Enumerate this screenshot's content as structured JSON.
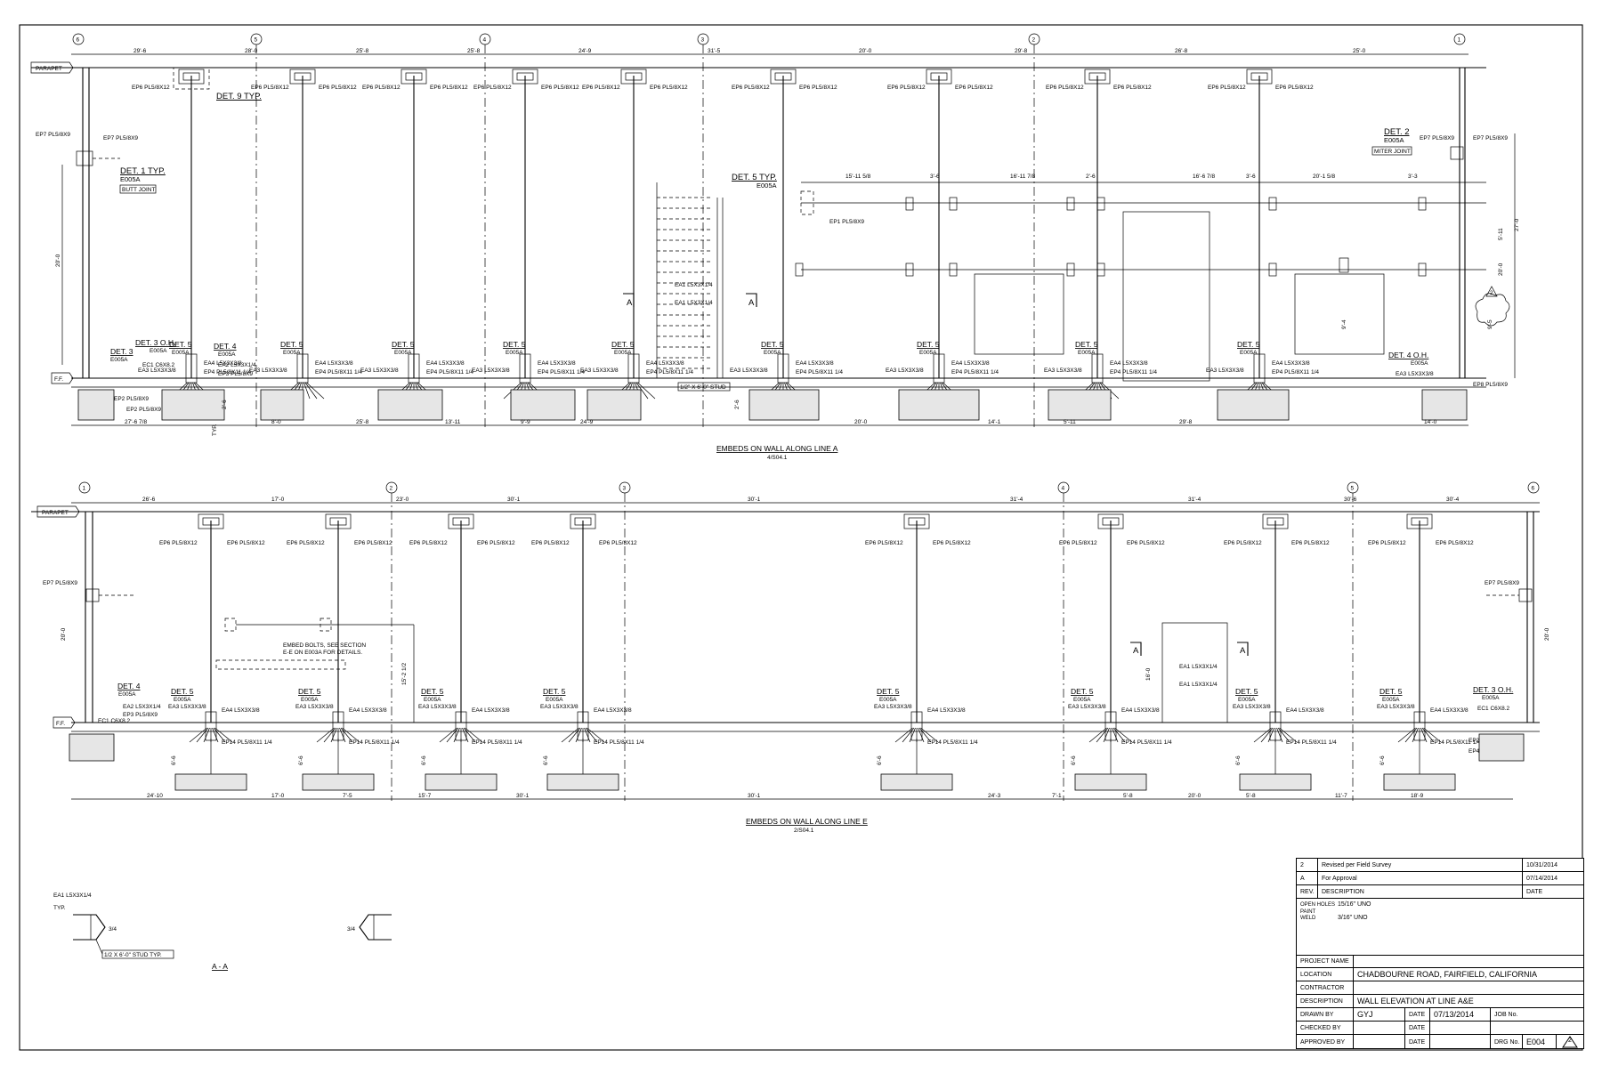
{
  "drawing": {
    "top_elevation_title": "EMBEDS ON WALL ALONG LINE A",
    "top_elevation_ref": "4/S04.1",
    "bottom_elevation_title": "EMBEDS ON WALL ALONG LINE E",
    "bottom_elevation_ref": "2/S04.1",
    "section_title": "A - A",
    "parapet_label": "PARAPET",
    "ff_label": "F.F.",
    "top_grids": [
      "6",
      "5",
      "4",
      "3",
      "2",
      "1"
    ],
    "bottom_grids": [
      "1",
      "2",
      "3",
      "4",
      "5",
      "6"
    ],
    "top_dims": [
      "29'-6",
      "28'-0",
      "25'-8",
      "25'-8",
      "24'-9",
      "31'-5",
      "20'-0",
      "29'-8",
      "26'-8",
      "25'-0"
    ],
    "bottom_dims": [
      "26'-6",
      "17'-0",
      "23'-0",
      "30'-1",
      "30'-1",
      "31'-4",
      "31'-4",
      "30'-6",
      "30'-4"
    ],
    "top_bottom_dims": [
      "27'-6 7/8",
      "8'-0",
      "25'-8",
      "13'-11",
      "9'-9",
      "24'-9",
      "20'-0",
      "14'-1",
      "5'-11",
      "29'-8",
      "14'-0"
    ],
    "bottom_bottom_dims": [
      "24'-10",
      "17'-0",
      "7'-5",
      "15'-7",
      "30'-1",
      "30'-1",
      "24'-3",
      "7'-1",
      "5'-8",
      "20'-0",
      "5'-8",
      "11'-7",
      "18'-9"
    ],
    "top_opening_dims": [
      "15'-11 5/8",
      "3'-6",
      "16'-11 7/8",
      "2'-6",
      "16'-6 7/8",
      "3'-6",
      "20'-1 5/8",
      "3'-3"
    ],
    "heights": [
      "20'-0",
      "27'-0",
      "5'-11",
      "9'-4",
      "9'-5",
      "2'-6",
      "16'-0",
      "15'-2 1/2",
      "6'-6"
    ],
    "det_labels": {
      "det1": "DET. 1 TYP.",
      "det2": "DET. 2",
      "det3": "DET. 3",
      "det3oh": "DET. 3 O.H.",
      "det4": "DET. 4",
      "det4oh": "DET. 4 O.H.",
      "det5": "DET. 5",
      "det5typ": "DET. 5 TYP.",
      "det9typ": "DET. 9 TYP.",
      "sheet_ref": "E005A",
      "butt_joint": "BUTT JOINT",
      "miter_joint": "MITER JOINT"
    },
    "embed_labels": {
      "ep6": "EP6 PL5/8X12",
      "ep7": "EP7 PL5/8X9",
      "ep1": "EP1 PL5/8X9",
      "ep2": "EP2 PL5/8X9",
      "ep3": "EP3 PL5/8X9",
      "ep4": "EP4 PL5/8X11 1/4",
      "ep8": "EP8 PL5/8X9",
      "ep14": "EP14 PL5/8X11 1/4",
      "ea1": "EA1 L5X3X1/4",
      "ea2": "EA2 L5X3X1/4",
      "ea3": "EA3 L5X3X3/8",
      "ea4": "EA4 L5X3X3/8",
      "ec1": "EC1 C6X8.2",
      "stud": "1/2\" X 6'-0\" STUD",
      "stud_typ": "1/2 X 6'-0\" STUD TYP.",
      "embed_note_1": "EMBED BOLTS, SEE SECTION",
      "embed_note_2": "E-E ON E003A FOR DETAILS.",
      "typ": "TYP.",
      "section_mark": "A",
      "rev_mark": "2",
      "dim_3_4": "3/4"
    }
  },
  "title_block": {
    "revisions": [
      {
        "rev": "2",
        "description": "Revised per Field Survey",
        "date": "10/31/2014"
      },
      {
        "rev": "A",
        "description": "For Approval",
        "date": "07/14/2014"
      }
    ],
    "rev_header": "REV.",
    "desc_header": "DESCRIPTION",
    "date_header": "DATE",
    "open_holes_label": "OPEN HOLES",
    "open_holes_value": "15/16\" UNO",
    "paint_label": "PAINT",
    "weld_label": "WELD",
    "weld_value": "3/16\" UNO",
    "project_name_label": "PROJECT NAME",
    "project_name": "",
    "location_label": "LOCATION",
    "location": "CHADBOURNE ROAD, FAIRFIELD, CALIFORNIA",
    "contractor_label": "CONTRACTOR",
    "contractor": "",
    "description_label": "DESCRIPTION",
    "description": "WALL ELEVATION AT LINE A&E",
    "drawn_by_label": "DRAWN BY",
    "drawn_by": "GYJ",
    "date_label": "DATE",
    "drawn_date": "07/13/2014",
    "job_no_label": "JOB No.",
    "job_no": "",
    "checked_by_label": "CHECKED BY",
    "approved_by_label": "APPROVED BY",
    "drg_no_label": "DRG No.",
    "drg_no": "E004",
    "rev_triangle": "2"
  }
}
